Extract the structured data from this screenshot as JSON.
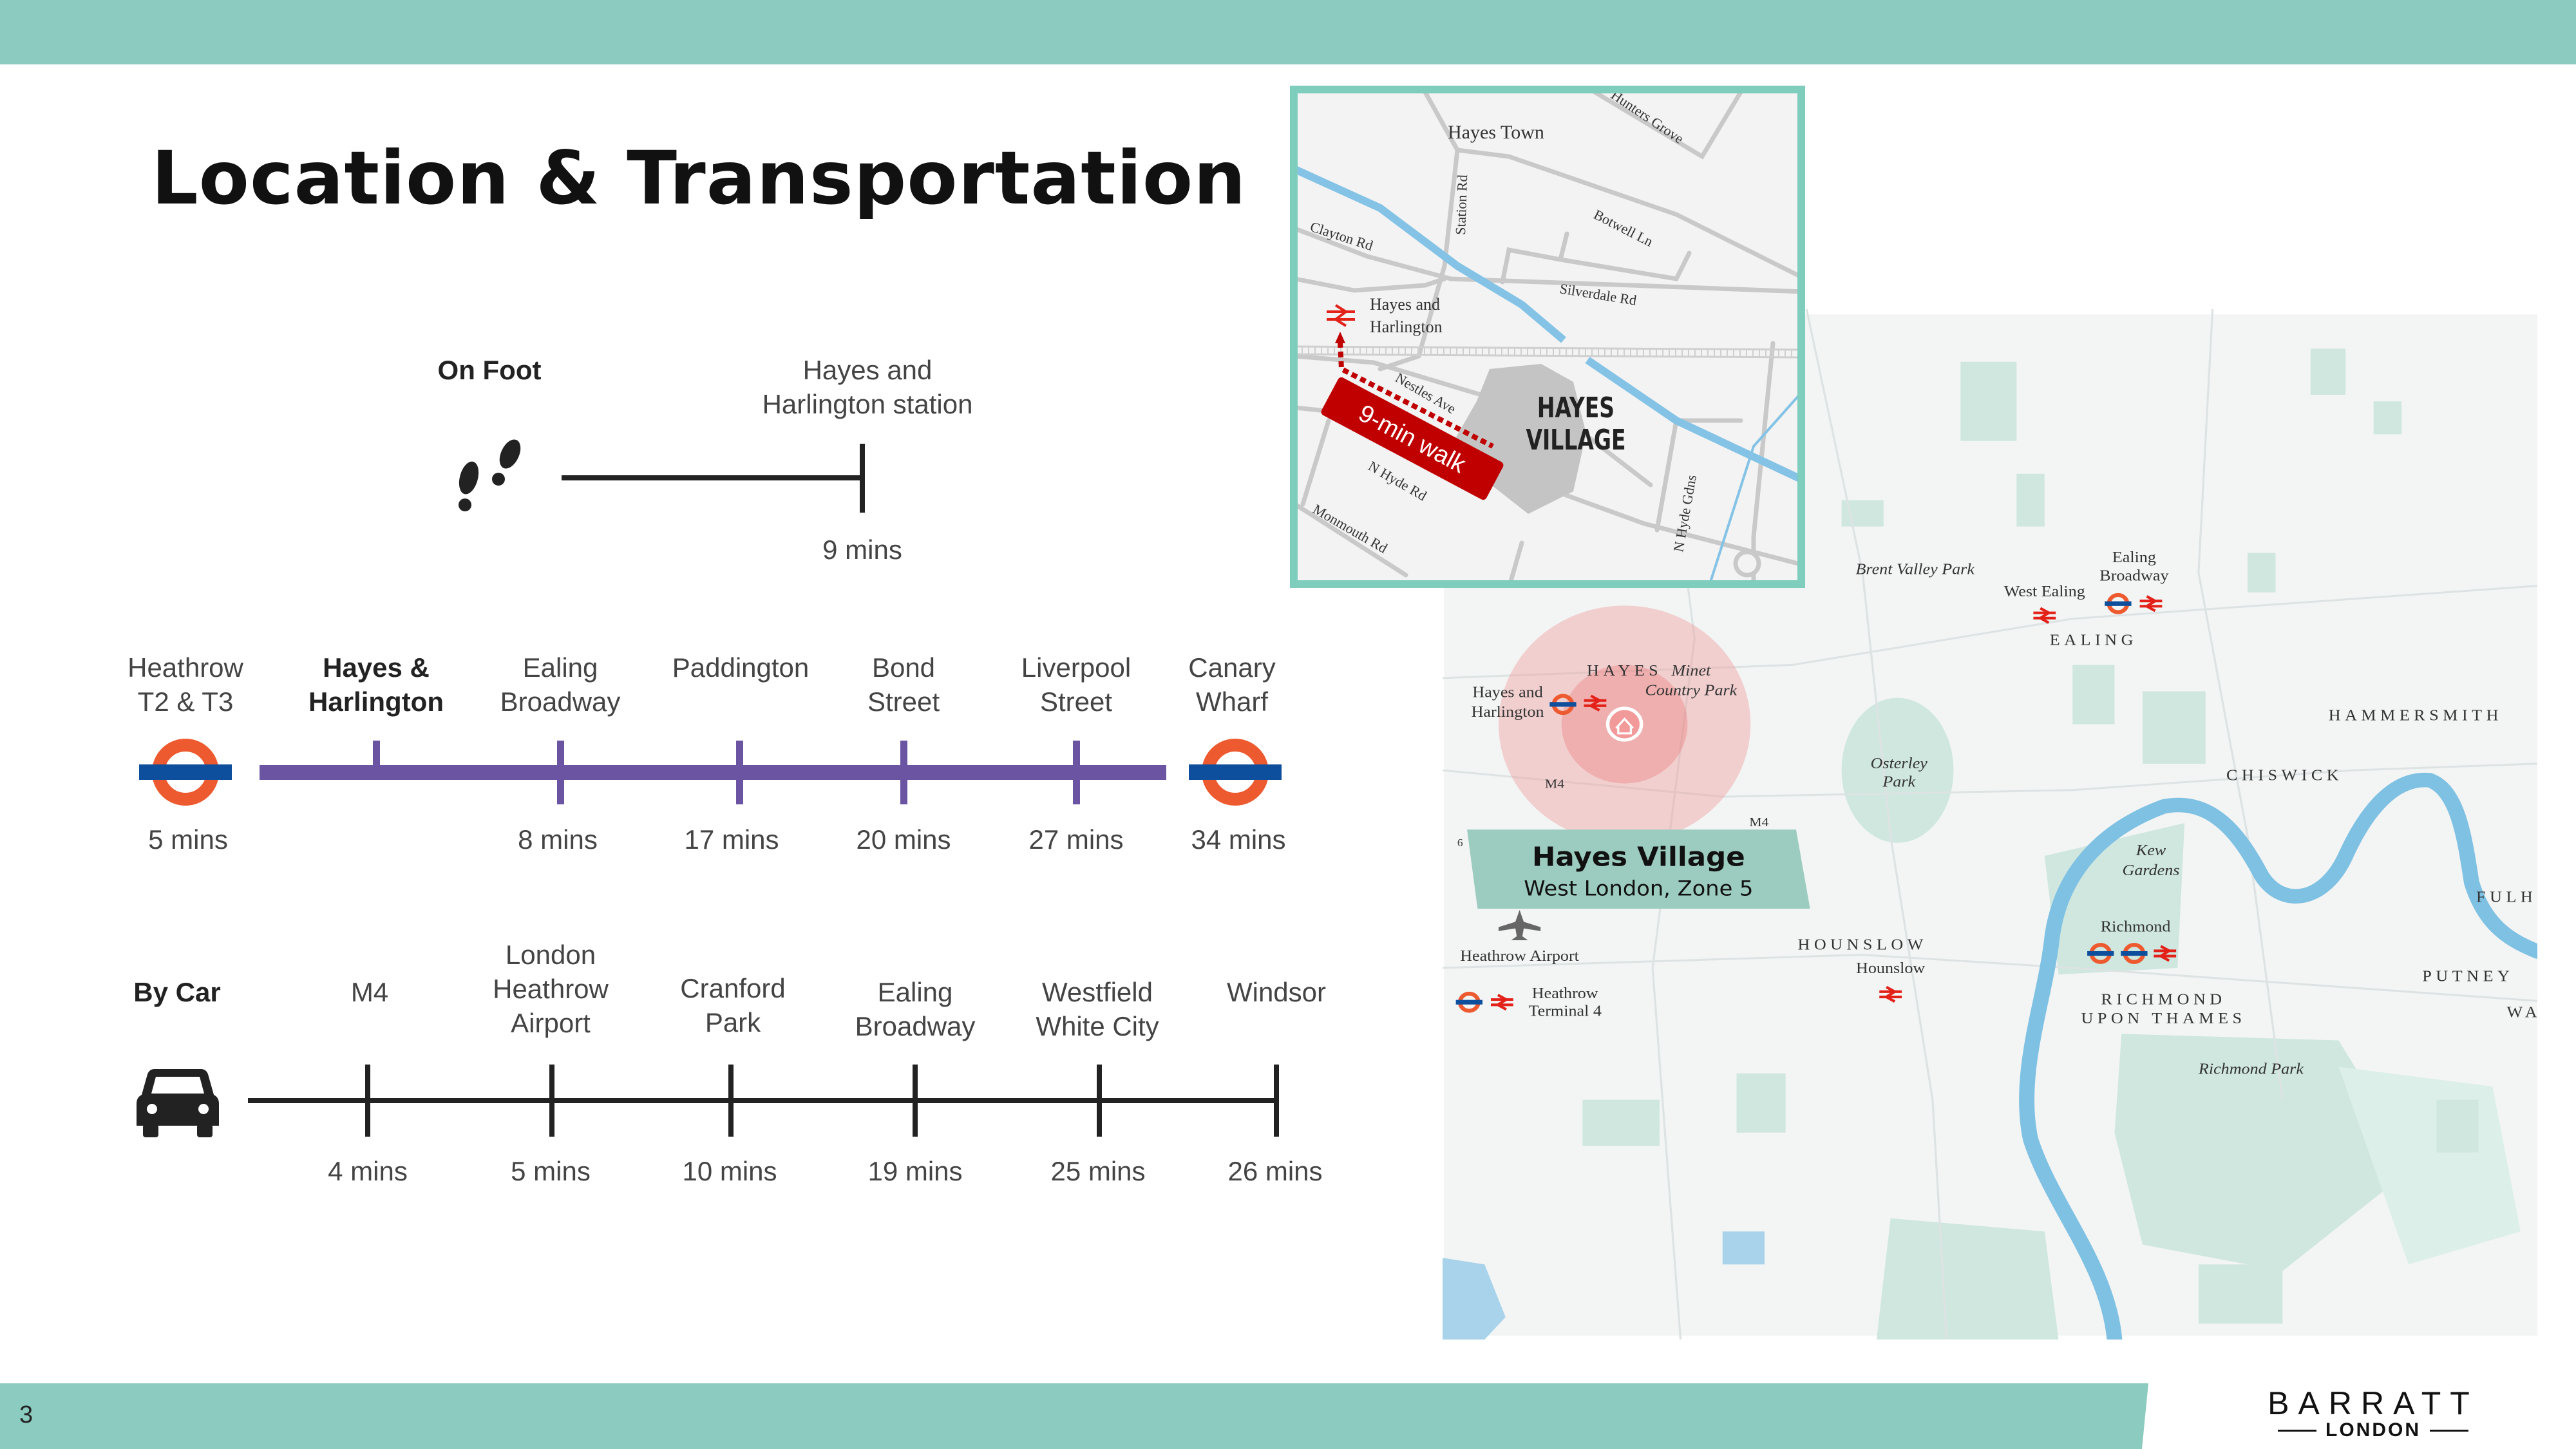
{
  "page": {
    "title": "Location & Transportation",
    "page_number": "3"
  },
  "brand": {
    "name": "BARRATT",
    "sub": "LONDON"
  },
  "colors": {
    "accent": "#8ccbbf",
    "tube_line": "#6b55a3",
    "roundel_ring": "#ee5a2f",
    "roundel_bar": "#0d4f9c",
    "walk_red": "#c00000"
  },
  "on_foot": {
    "label": "On Foot",
    "icon": "footsteps-icon",
    "destination": [
      "Hayes and",
      "Harlington station"
    ],
    "time": "9 mins"
  },
  "tube": {
    "stations": [
      {
        "name": [
          "Heathrow",
          "T2 & T3"
        ],
        "time": "5 mins"
      },
      {
        "name": [
          "Hayes &",
          "Harlington"
        ],
        "time": ""
      },
      {
        "name": [
          "Ealing",
          "Broadway"
        ],
        "time": "8 mins"
      },
      {
        "name": [
          "Paddington"
        ],
        "time": "17 mins"
      },
      {
        "name": [
          "Bond",
          "Street"
        ],
        "time": "20 mins"
      },
      {
        "name": [
          "Liverpool",
          "Street"
        ],
        "time": "27 mins"
      },
      {
        "name": [
          "Canary",
          "Wharf"
        ],
        "time": "34 mins"
      }
    ]
  },
  "car": {
    "label": "By Car",
    "icon": "car-icon",
    "stops": [
      {
        "name": [
          "M4"
        ],
        "time": "4 mins"
      },
      {
        "name": [
          "London",
          "Heathrow",
          "Airport"
        ],
        "time": "5 mins"
      },
      {
        "name": [
          "Cranford",
          "Park"
        ],
        "time": "10 mins"
      },
      {
        "name": [
          "Ealing",
          "Broadway"
        ],
        "time": "19 mins"
      },
      {
        "name": [
          "Westfield",
          "White City"
        ],
        "time": "25 mins"
      },
      {
        "name": [
          "Windsor"
        ],
        "time": "26 mins"
      }
    ]
  },
  "inset_map": {
    "hayes_town": "Hayes Town",
    "hunters_grove": "Hunters Grove",
    "station_rd": "Station Rd",
    "clayton_rd": "Clayton Rd",
    "botwell_ln": "Botwell Ln",
    "silverdale_rd": "Silverdale Rd",
    "station": [
      "Hayes and",
      "Harlington"
    ],
    "nestles_ave": "Nestles Ave",
    "development": [
      "HAYES",
      "VILLAGE"
    ],
    "walk_badge": "9-min walk",
    "n_hyde_rd": "N Hyde Rd",
    "monmouth_rd": "Monmouth Rd",
    "n_hyde_gdns": "N Hyde Gdns"
  },
  "area_map": {
    "brent_valley_park": "Brent Valley Park",
    "west_ealing": "West Ealing",
    "ealing_broadway": [
      "Ealing",
      "Broadway"
    ],
    "ealing": "EALING",
    "hayes": "HAYES",
    "minet": [
      "Minet",
      "Country Park"
    ],
    "hayes_harlington": [
      "Hayes and",
      "Harlington"
    ],
    "m4_a": "M4",
    "m4_b": "M4",
    "hammersmith": "HAMMERSMITH",
    "chiswick": "CHISWICK",
    "osterley": [
      "Osterley",
      "Park"
    ],
    "kew": [
      "Kew",
      "Gardens"
    ],
    "fulham": "FULH",
    "richmond": "Richmond",
    "richmond_borough": [
      "RICHMOND",
      "UPON THAMES"
    ],
    "putney": "PUTNEY",
    "wa": "WA",
    "hounslow_area": "HOUNSLOW",
    "hounslow_station": "Hounslow",
    "heathrow_airport": "Heathrow Airport",
    "heathrow_t4": [
      "Heathrow",
      "Terminal 4"
    ],
    "richmond_park": "Richmond Park",
    "edge_number": "6",
    "callout_title": "Hayes Village",
    "callout_subtitle": "West London, Zone 5"
  }
}
